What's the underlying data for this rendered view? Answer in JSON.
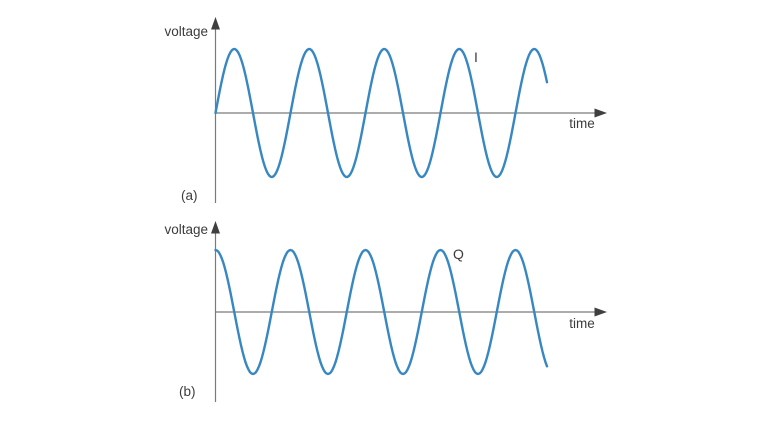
{
  "figure": {
    "background": "#ffffff",
    "description_visible_text_only": true
  },
  "colors": {
    "wave": "#3787c2",
    "axis": "#7a7a7a",
    "arrow": "#3f3f3f",
    "text": "#3c3c3c",
    "background": "#ffffff"
  },
  "chart_data": [
    {
      "id": "a",
      "type": "line",
      "panel_label": "(a)",
      "title": "",
      "xlabel": "time",
      "ylabel": "voltage",
      "ylim": [
        -1,
        1
      ],
      "grid": false,
      "x_ticks": [],
      "y_ticks": [],
      "series": [
        {
          "name": "I",
          "waveform": "sine",
          "phase_deg": 0,
          "amplitude": 1,
          "cycles": 4.42,
          "starts_at": "zero, rising"
        }
      ]
    },
    {
      "id": "b",
      "type": "line",
      "panel_label": "(b)",
      "title": "",
      "xlabel": "time",
      "ylabel": "voltage",
      "ylim": [
        -1,
        1
      ],
      "grid": false,
      "x_ticks": [],
      "y_ticks": [],
      "series": [
        {
          "name": "Q",
          "waveform": "cosine",
          "phase_deg": 90,
          "amplitude": 1,
          "cycles": 4.42,
          "starts_at": "positive maximum"
        }
      ]
    }
  ]
}
